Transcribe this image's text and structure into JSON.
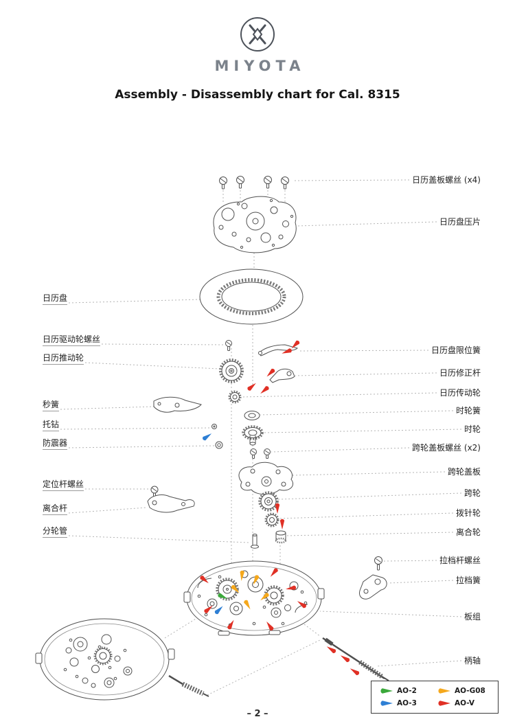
{
  "brand": {
    "name": "MIYOTA"
  },
  "title": "Assembly - Disassembly chart for Cal. 8315",
  "page_number": "– 2 –",
  "labels": {
    "right": [
      {
        "text": "日历盖板螺丝 (x4)"
      },
      {
        "text": "日历盘压片"
      },
      {
        "text": "日历盘限位簧"
      },
      {
        "text": "日历修正杆"
      },
      {
        "text": "日历传动轮"
      },
      {
        "text": "时轮簧"
      },
      {
        "text": "时轮"
      },
      {
        "text": "跨轮盖板螺丝 (x2)"
      },
      {
        "text": "跨轮盖板"
      },
      {
        "text": "跨轮"
      },
      {
        "text": "拨针轮"
      },
      {
        "text": "离合轮"
      },
      {
        "text": "拉档杆螺丝"
      },
      {
        "text": "拉档簧"
      },
      {
        "text": "板组"
      },
      {
        "text": "柄轴"
      }
    ],
    "left": [
      {
        "text": "日历盘"
      },
      {
        "text": "日历驱动轮螺丝"
      },
      {
        "text": "日历推动轮"
      },
      {
        "text": "秒簧"
      },
      {
        "text": "托钻"
      },
      {
        "text": "防震器"
      },
      {
        "text": "定位杆螺丝"
      },
      {
        "text": "离合杆"
      },
      {
        "text": "分轮管"
      }
    ]
  },
  "legend": {
    "items": [
      {
        "id": "ao-2",
        "label": "AO-2",
        "color": "#3aa83a"
      },
      {
        "id": "ao-g08",
        "label": "AO-G08",
        "color": "#f5a81c"
      },
      {
        "id": "ao-3",
        "label": "AO-3",
        "color": "#2e7fd4"
      },
      {
        "id": "ao-v",
        "label": "AO-V",
        "color": "#e03025"
      }
    ]
  }
}
